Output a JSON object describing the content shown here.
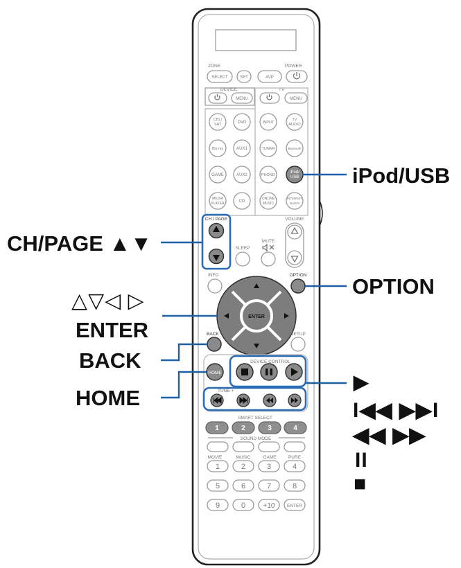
{
  "remote": {
    "top_labels": {
      "zone": "ZONE",
      "power": "POWER",
      "device": "DEVICE",
      "tv": "TV"
    },
    "buttons": {
      "select": "SELECT",
      "set": "SET",
      "avp": "AVP",
      "menu": "MENU",
      "tv_menu": "MENU",
      "cbl_sat": [
        "CBL/",
        "SAT"
      ],
      "dvd": "DVD",
      "input": "INPUT",
      "tv_audio": [
        "TV",
        "AUDIO"
      ],
      "bluray": "Blu-ray",
      "aux1": "AUX1",
      "tuner": "TUNER",
      "bluetooth": "Bluetooth",
      "game": "GAME",
      "aux2": "AUX2",
      "phono": "PHONO",
      "ipod_usb": [
        "iPod/",
        "USB"
      ],
      "media_player": [
        "MEDIA",
        "PLAYER"
      ],
      "cd": "CD",
      "online_music": [
        "ONLINE",
        "MUSIC"
      ],
      "internet_radio": [
        "INTERNET",
        "RADIO"
      ],
      "home": "HOME",
      "enter": "ENTER",
      "enter_small": "ENTER"
    },
    "labels": {
      "ch_page": "CH / PAGE",
      "volume": "VOLUME",
      "sleep": "SLEEP",
      "mute": "MUTE",
      "info": "INFO",
      "option": "OPTION",
      "back": "BACK",
      "setup": "SETUP",
      "device_control": "DEVICE CONTROL",
      "tune": "TUNE  +",
      "smart_select": "SMART SELECT",
      "sound_mode": "SOUND MODE",
      "movie": "MOVIE",
      "music": "MUSIC",
      "game": "GAME",
      "pure": "PURE"
    },
    "smart_numbers": [
      "1",
      "2",
      "3",
      "4"
    ],
    "sound_numbers": [
      "1",
      "2",
      "3",
      "4"
    ],
    "num_row1": [
      "5",
      "6",
      "7",
      "8"
    ],
    "num_row2": [
      "9",
      "0",
      "+10"
    ]
  },
  "callouts": {
    "ipod_usb": "iPod/USB",
    "ch_page": "CH/PAGE ▲▼",
    "option": "OPTION",
    "cursor": "△▽◁ ▷",
    "enter": "ENTER",
    "back": "BACK",
    "home": "HOME",
    "play": "▶",
    "skip": "I◀◀ ▶▶I",
    "search": "◀◀ ▶▶",
    "pause": "II",
    "stop": "■"
  },
  "colors": {
    "highlight": "#2a6db5",
    "line": "#1f5fa8",
    "button_stroke": "#9a9a9a",
    "body_stroke": "#222222",
    "dark_button": "#7a7a7a"
  }
}
